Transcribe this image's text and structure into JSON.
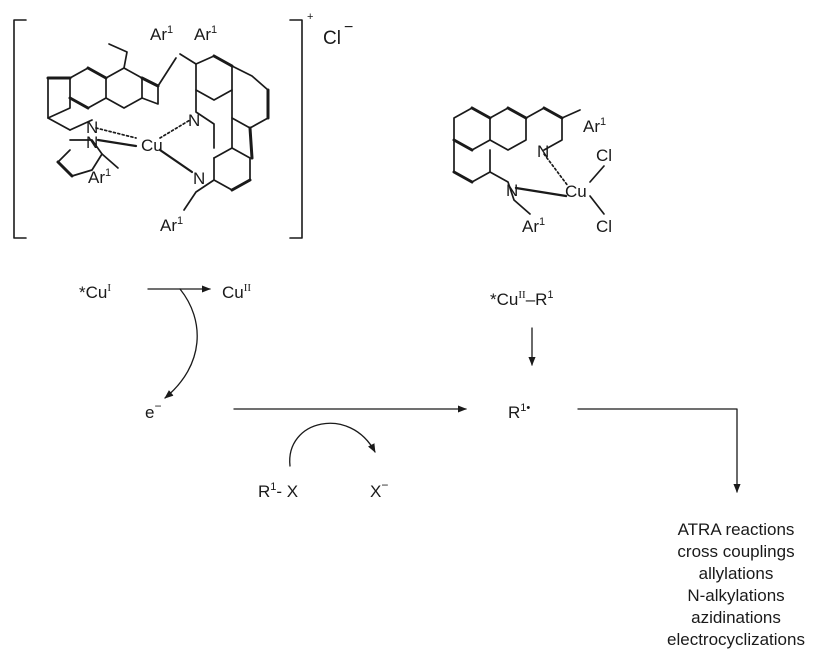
{
  "complex_left": {
    "charge": "+",
    "counter_ion": "Cl",
    "counter_charge": "−",
    "metal": "Cu",
    "n_atom": "N",
    "aryl_base": "Ar",
    "aryl_sup": "1"
  },
  "complex_right": {
    "metal": "Cu",
    "n_atom": "N",
    "ligand": "Cl",
    "aryl_base": "Ar",
    "aryl_sup": "1"
  },
  "cycle": {
    "excited_cu1": {
      "prefix": "*Cu",
      "sup": "I"
    },
    "cu2": {
      "base": "Cu",
      "sup": "II"
    },
    "excited_cu2r": {
      "prefix": "*Cu",
      "sup": "II",
      "suffix": "–R",
      "suffix_sup": "1"
    },
    "electron": {
      "base": "e",
      "sup": "−"
    },
    "radical": {
      "base": "R",
      "sup": "1•"
    },
    "reagent": {
      "base": "R",
      "sup": "1",
      "suffix": "- X"
    },
    "leaving": {
      "base": "X",
      "sup": "−"
    }
  },
  "products": [
    "ATRA reactions",
    "cross couplings",
    "allylations",
    "N-alkylations",
    "azidinations",
    "electrocyclizations"
  ]
}
